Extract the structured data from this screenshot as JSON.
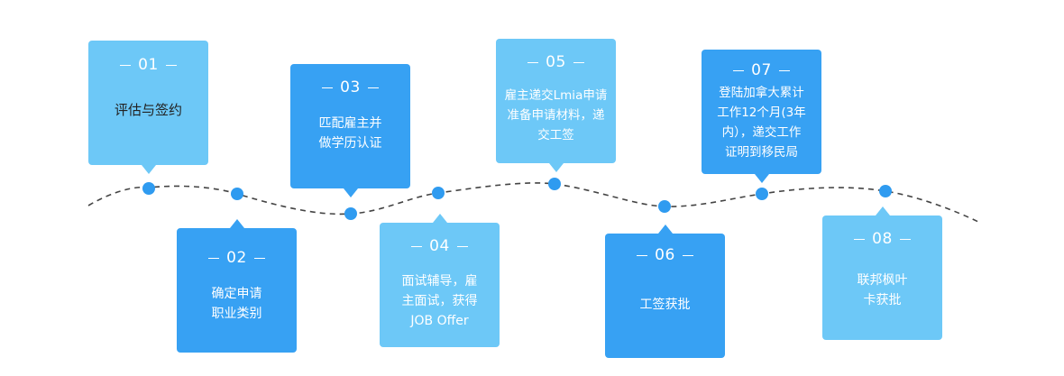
{
  "steps": [
    {
      "number": "01",
      "text": "评估与签约"
    },
    {
      "number": "02",
      "text": "确定申请\n职业类别"
    },
    {
      "number": "03",
      "text": "匹配雇主并\n做学历认证"
    },
    {
      "number": "04",
      "text": "面试辅导，雇\n主面试，获得\nJOB Offer"
    },
    {
      "number": "05",
      "text": "雇主递交Lmia申请\n准备申请材料，递\n交工签"
    },
    {
      "number": "06",
      "text": "工签获批"
    },
    {
      "number": "07",
      "text": "登陆加拿大累计\n工作12个月(3年\n内），递交工作\n证明到移民局"
    },
    {
      "number": "08",
      "text": "联邦枫叶\n卡获批"
    }
  ],
  "colors": {
    "light_card": "#6dc8f7",
    "dark_card": "#37a1f3",
    "node": "#2f9bf0",
    "path": "#444444"
  }
}
